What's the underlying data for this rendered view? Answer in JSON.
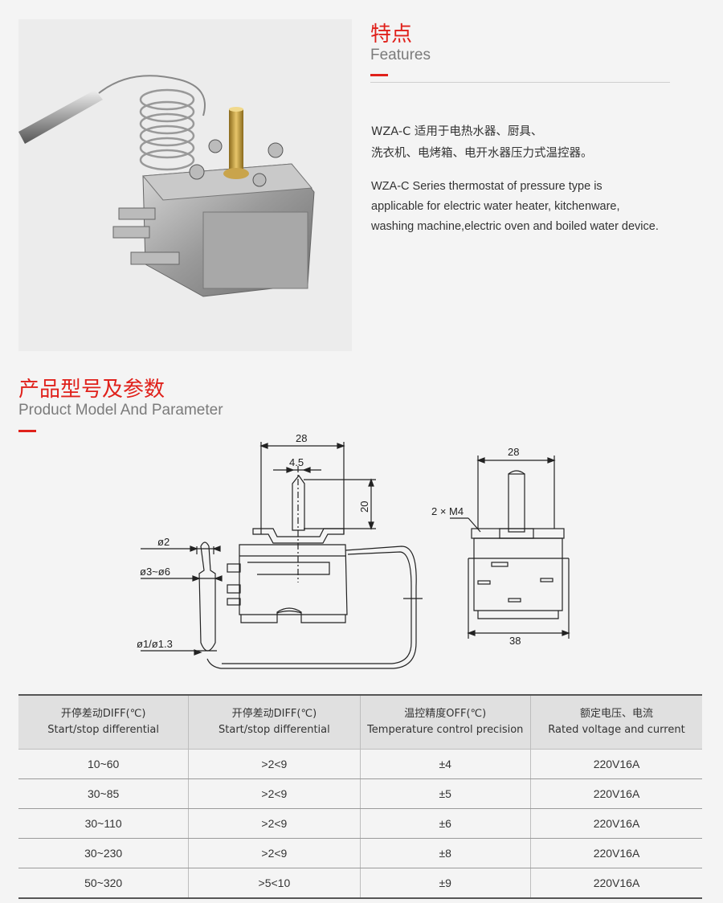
{
  "features": {
    "title_cn": "特点",
    "title_en": "Features",
    "desc_cn_line1": "WZA-C 适用于电热水器、厨具、",
    "desc_cn_line2": "洗衣机、电烤箱、电开水器压力式温控器。",
    "desc_en_line1": "WZA-C Series thermostat of pressure type is",
    "desc_en_line2": "applicable for electric water heater, kitchenware,",
    "desc_en_line3": "washing machine,electric oven and boiled water device."
  },
  "parameters": {
    "title_cn": "产品型号及参数",
    "title_en": "Product Model And Parameter"
  },
  "diagram": {
    "dim_28_left": "28",
    "dim_4_5": "4.5",
    "dim_20": "20",
    "dim_d2": "ø2",
    "dim_d3_6": "ø3~ø6",
    "dim_d1_13": "ø1/ø1.3",
    "dim_28_right": "28",
    "dim_m4": "2 × M4",
    "dim_38": "38"
  },
  "table": {
    "headers": [
      {
        "cn": "开停差动DIFF(℃)",
        "en": "Start/stop differential"
      },
      {
        "cn": "开停差动DIFF(℃)",
        "en": "Start/stop differential"
      },
      {
        "cn": "温控精度OFF(℃)",
        "en": "Temperature control precision"
      },
      {
        "cn": "额定电压、电流",
        "en": "Rated voltage and current"
      }
    ],
    "rows": [
      [
        "10~60",
        ">2<9",
        "±4",
        "220V16A"
      ],
      [
        "30~85",
        ">2<9",
        "±5",
        "220V16A"
      ],
      [
        "30~110",
        ">2<9",
        "±6",
        "220V16A"
      ],
      [
        "30~230",
        ">2<9",
        "±8",
        "220V16A"
      ],
      [
        "50~320",
        ">5<10",
        "±9",
        "220V16A"
      ]
    ]
  },
  "colors": {
    "accent": "#e0211b",
    "subtitle": "#7b7b7b",
    "header_bg": "#e0e0e0"
  }
}
